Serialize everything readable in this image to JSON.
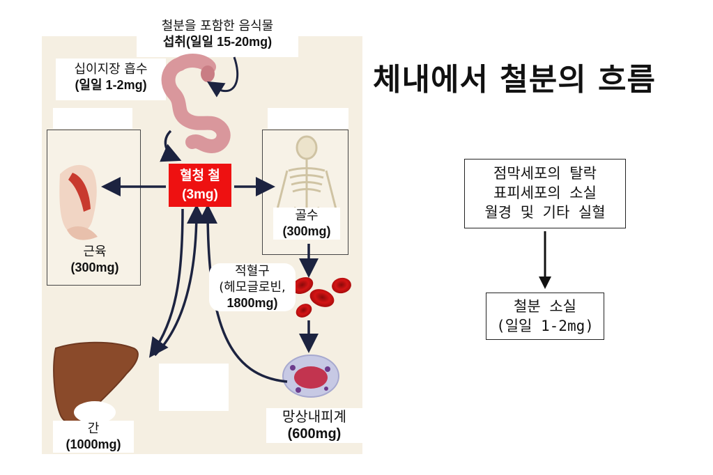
{
  "title": "체내에서 철분의 흐름",
  "labels": {
    "food_line1": "철분을 포함한 음식물",
    "food_line2": "섭취(일일 15-20mg)",
    "intestine_line1": "십이지장 흡수",
    "intestine_line2": "(일일 1-2mg)",
    "serum_line1": "혈청 철",
    "serum_line2": "(3mg)",
    "muscle_line1": "근육",
    "muscle_line2": "(300mg)",
    "marrow_line1": "골수",
    "marrow_line2": "(300mg)",
    "rbc_line1": "적혈구",
    "rbc_line2": "(헤모글로빈,",
    "rbc_line3": "1800mg)",
    "liver_line1": "간",
    "liver_line2": "(1000mg)",
    "res_line1": "망상내피계",
    "res_line2": "(600mg)"
  },
  "loss": {
    "box1_line1": "점막세포의 탈락",
    "box1_line2": "표피세포의 소실",
    "box1_line3": "월경 및 기타 실혈",
    "box2_line1": "철분 소실",
    "box2_line2": "(일일 1-2mg)"
  },
  "colors": {
    "serum_bg": "#ee1111",
    "arrow": "#1c2340",
    "panel_bg": "#f5efe2"
  }
}
